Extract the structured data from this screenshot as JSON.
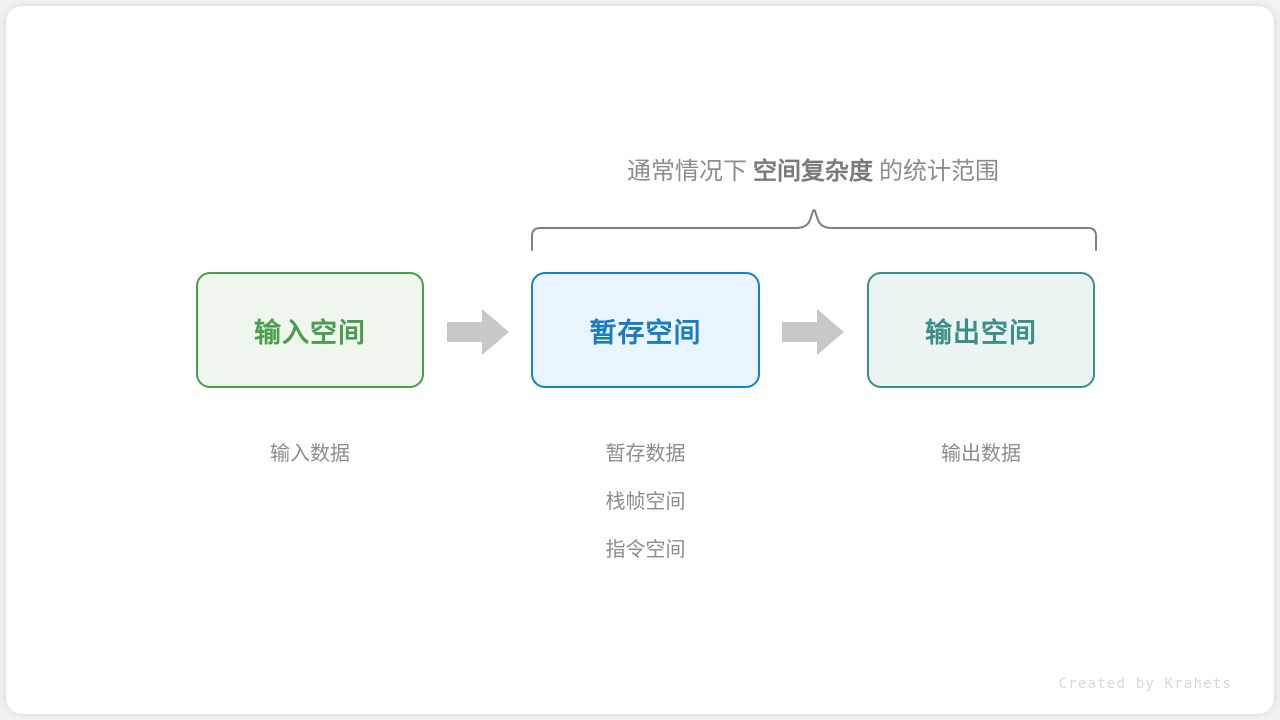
{
  "diagram": {
    "title_caption": {
      "prefix": "通常情况下",
      "emphasis": "空间复杂度",
      "suffix": "的统计范围"
    },
    "brace": {
      "icon": "curly-brace-up-icon",
      "color": "#808080",
      "spans_nodes": [
        "暂存空间",
        "输出空间"
      ]
    },
    "nodes": [
      {
        "id": "input",
        "label": "输入空间",
        "fill": "#eef6ee",
        "stroke": "#4a9c4e",
        "text_color": "#4a9c4e"
      },
      {
        "id": "temp",
        "label": "暂存空间",
        "fill": "#eaf4fc",
        "stroke": "#1880c8",
        "text_color": "#1a7cc0"
      },
      {
        "id": "output",
        "label": "输出空间",
        "fill": "#ecf4f3",
        "stroke": "#3a8f88",
        "text_color": "#3a8f88"
      }
    ],
    "arrows": [
      {
        "id": "arrow-1",
        "icon": "arrow-right-icon",
        "color": "#c8c8c8"
      },
      {
        "id": "arrow-2",
        "icon": "arrow-right-icon",
        "color": "#c8c8c8"
      }
    ],
    "captions": {
      "input": [
        "输入数据"
      ],
      "temp": [
        "暂存数据",
        "栈帧空间",
        "指令空间"
      ],
      "output": [
        "输出数据"
      ]
    },
    "watermark": "Created by Krahets"
  }
}
